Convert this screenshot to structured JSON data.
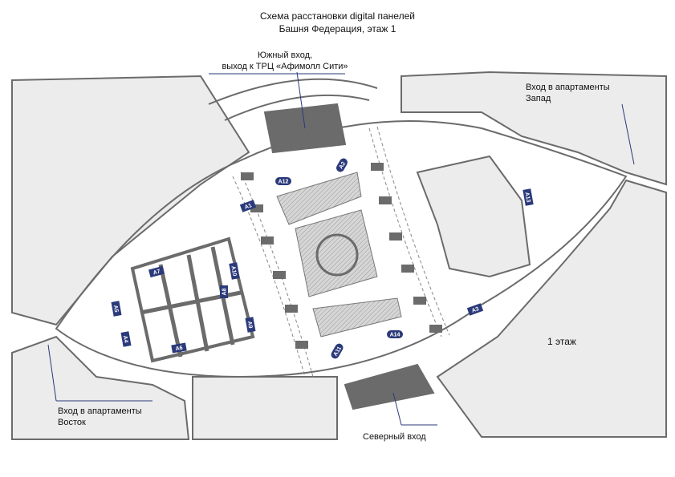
{
  "title": {
    "line1": "Схема расстановки digital панелей",
    "line2": "Башня Федерация, этаж 1"
  },
  "labels": {
    "south_entrance_1": "Южный вход,",
    "south_entrance_2": "выход к ТРЦ «Афимолл Сити»",
    "west_entrance_1": "Вход в апартаменты",
    "west_entrance_2": "Запад",
    "east_entrance_1": "Вход в апартаменты",
    "east_entrance_2": "Восток",
    "north_entrance": "Северный вход",
    "floor": "1 этаж"
  },
  "panels": [
    "A1",
    "A2",
    "A3",
    "A4",
    "A5",
    "A6",
    "A7",
    "A8",
    "A9",
    "A10",
    "A11",
    "A12",
    "A13",
    "A14"
  ],
  "colors": {
    "panel": "#2b3a7a",
    "panel_accent": "#c0392b",
    "wall": "#6b6b6b",
    "room": "#ececec"
  }
}
